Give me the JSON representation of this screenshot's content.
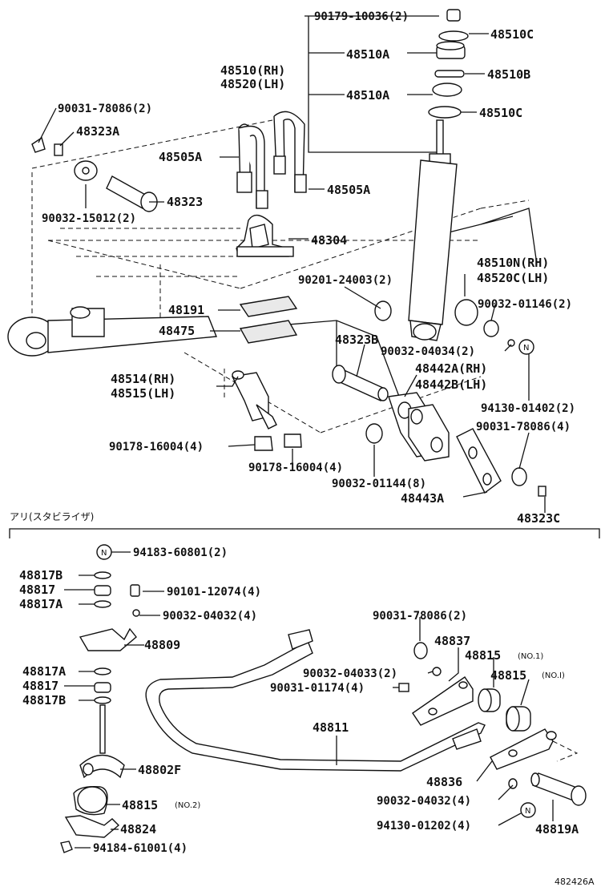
{
  "section_label": "アリ(スタビライザ)",
  "drawing_number": "482426A",
  "upper_labels": {
    "p90179": "90179-10036(2)",
    "p48510C_top": "48510C",
    "p48510A_top": "48510A",
    "p48510RH": "48510(RH)",
    "p48520LH": "48520(LH)",
    "p48510B": "48510B",
    "p48510A_bot": "48510A",
    "p48510C_bot": "48510C",
    "p90031_2": "90031-78086(2)",
    "p48323A": "48323A",
    "p48505A_left": "48505A",
    "p48505A_right": "48505A",
    "p48323": "48323",
    "p90032_15012": "90032-15012(2)",
    "p48304": "48304",
    "p48510N": "48510N(RH)",
    "p48520C": "48520C(LH)",
    "p90201": "90201-24003(2)",
    "p48191": "48191",
    "p90032_01146": "90032-01146(2)",
    "p48475": "48475",
    "p48323B": "48323B",
    "p90032_04034": "90032-04034(2)",
    "p48514": "48514(RH)",
    "p48515": "48515(LH)",
    "p48442A": "48442A(RH)",
    "p48442B": "48442B(LH)",
    "p94130_01402": "94130-01402(2)",
    "p90031_4": "90031-78086(4)",
    "p90178_a": "90178-16004(4)",
    "p90178_b": "90178-16004(4)",
    "p90032_01144": "90032-01144(8)",
    "p48443A": "48443A",
    "p48323C": "48323C"
  },
  "lower_labels": {
    "p94183": "94183-60801(2)",
    "p48817B_top": "48817B",
    "p48817_top": "48817",
    "p48817A_top": "48817A",
    "p90101": "90101-12074(4)",
    "p90032_04032_a": "90032-04032(4)",
    "p48809": "48809",
    "p90031_78086_2": "90031-78086(2)",
    "p48837": "48837",
    "p48815_no1_a": "48815",
    "no1_a": "(NO.1)",
    "p90032_04033": "90032-04033(2)",
    "p48815_no1_b": "48815",
    "no1_b": "(NO.I)",
    "p90031_01174": "90031-01174(4)",
    "p48817A_bot": "48817A",
    "p48817_bot": "48817",
    "p48817B_bot": "48817B",
    "p48811": "48811",
    "p48802F": "48802F",
    "p48836": "48836",
    "p48815_no2": "48815",
    "no2": "(NO.2)",
    "p90032_04032_b": "90032-04032(4)",
    "p48824": "48824",
    "p94130_01202": "94130-01202(4)",
    "p48819A": "48819A",
    "p94184": "94184-61001(4)"
  },
  "markers": {
    "n_symbol": "N"
  }
}
